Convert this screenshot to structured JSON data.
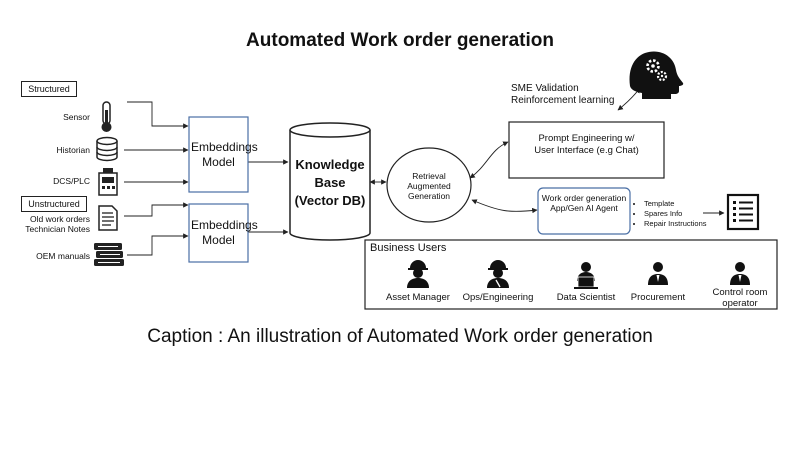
{
  "title": "Automated Work order generation",
  "caption": "Caption : An illustration of Automated Work order generation",
  "sources": {
    "structured_label": "Structured",
    "unstructured_label": "Unstructured",
    "items": [
      {
        "label": "Sensor",
        "icon": "thermometer-icon"
      },
      {
        "label": "Historian",
        "icon": "database-icon"
      },
      {
        "label": "DCS/PLC",
        "icon": "controller-icon"
      },
      {
        "label": "Old work orders Technician Notes",
        "icon": "document-icon"
      },
      {
        "label": "OEM manuals",
        "icon": "books-icon"
      }
    ]
  },
  "embeddings": {
    "label_1": "Embeddings Model",
    "label_2": "Embeddings Model"
  },
  "knowledge_base": {
    "label": "Knowledge Base (Vector DB)"
  },
  "rag": {
    "label": "Retrieval Augmented Generation"
  },
  "sme": {
    "line_1": "SME Validation",
    "line_2": "Reinforcement learning",
    "icon": "brain-gears-icon"
  },
  "prompt_engineering": {
    "label": "Prompt Engineering w/ User Interface (e.g Chat)"
  },
  "work_order_agent": {
    "label": "Work order generation App/Gen AI Agent"
  },
  "outputs": {
    "items": [
      "Template",
      "Spares Info",
      "Repair Instructions"
    ],
    "icon": "checklist-icon"
  },
  "business_users": {
    "title": "Business Users",
    "users": [
      {
        "label": "Asset Manager",
        "icon": "worker-hardhat-icon"
      },
      {
        "label": "Ops/Engineering",
        "icon": "engineer-hardhat-icon"
      },
      {
        "label": "Data Scientist",
        "icon": "laptop-user-icon"
      },
      {
        "label": "Procurement",
        "icon": "businessperson-icon"
      },
      {
        "label": "Control room operator",
        "icon": "operator-icon"
      }
    ]
  },
  "colors": {
    "box_border_blue": "#4a6fa5",
    "line": "#222222"
  }
}
